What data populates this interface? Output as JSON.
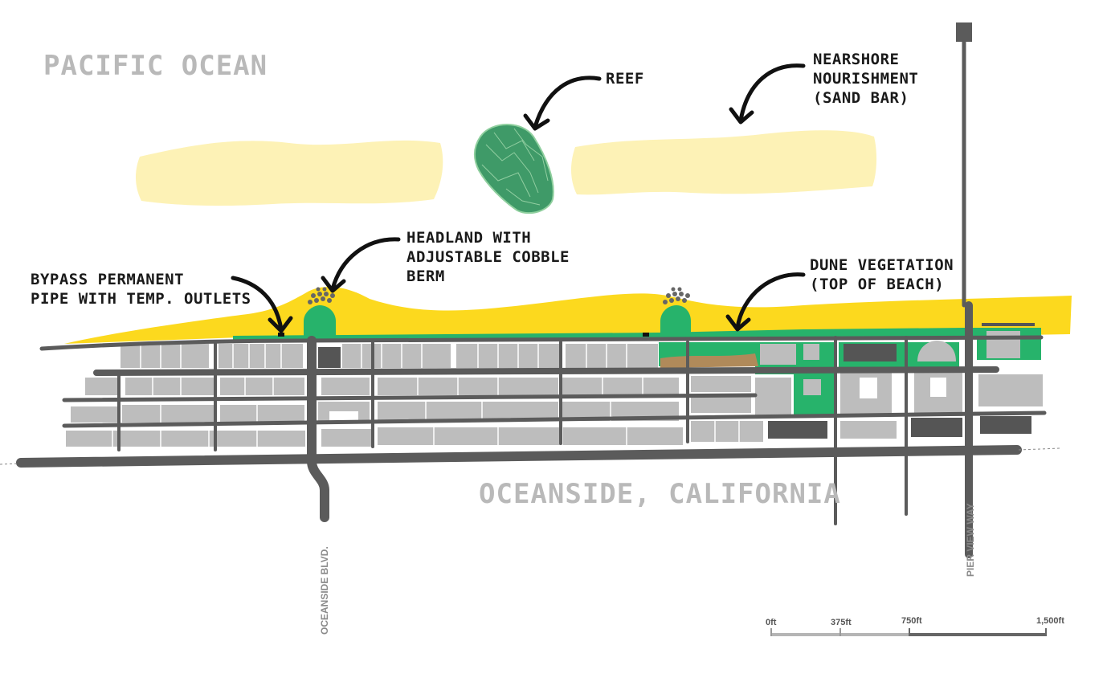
{
  "map": {
    "ocean_label": "PACIFIC OCEAN",
    "city_label": "OCEANSIDE, CALIFORNIA",
    "streets": {
      "oceanside_blvd": "OCEANSIDE BLVD.",
      "pier_view_way": "PIER VIEW WAY"
    },
    "callouts": {
      "reef": [
        "REEF"
      ],
      "nearshore": [
        "NEARSHORE",
        "NOURISHMENT",
        "(SAND BAR)"
      ],
      "headland": [
        "HEADLAND WITH",
        "ADJUSTABLE COBBLE",
        "BERM"
      ],
      "bypass": [
        "BYPASS PERMANENT",
        "PIPE WITH TEMP. OUTLETS"
      ],
      "dune": [
        "DUNE VEGETATION",
        "(TOP OF BEACH)"
      ]
    },
    "scale": {
      "labels": [
        "0ft",
        "375ft",
        "750ft",
        "1,500ft"
      ]
    },
    "colors": {
      "ocean_text": "#b9b9b9",
      "sand_bar": "#fdf2b6",
      "beach": "#fcd91e",
      "vegetation": "#27b36b",
      "reef": "#3f9a68",
      "road": "#5b5b5b",
      "block": "#bdbdbd",
      "dark_building": "#555555",
      "dirt": "#b08a5a"
    }
  }
}
